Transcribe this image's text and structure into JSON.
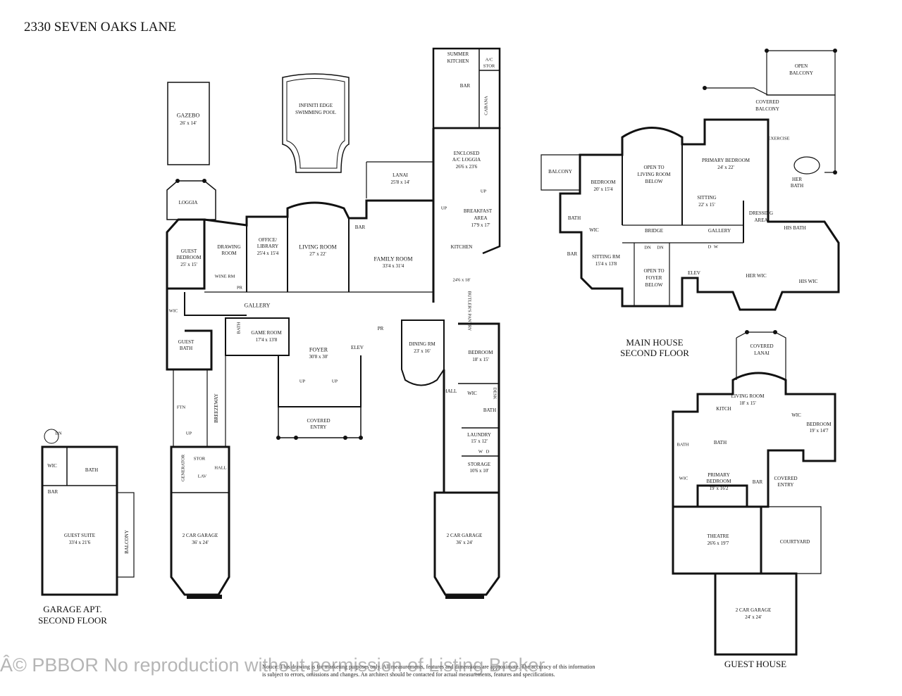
{
  "title": "2330 SEVEN OAKS LANE",
  "floor_labels": {
    "garage_apt": [
      "GARAGE APT.",
      "SECOND FLOOR"
    ],
    "main_second": [
      "MAIN HOUSE",
      "SECOND FLOOR"
    ],
    "guest_house": "GUEST HOUSE"
  },
  "rooms": {
    "gazebo": {
      "name": "GAZEBO",
      "dim": "26' x 14'"
    },
    "pool": {
      "name": [
        "INFINITI EDGE",
        "SWIMMING POOL"
      ]
    },
    "summer_kitchen": {
      "name": [
        "SUMMER",
        "KITCHEN"
      ]
    },
    "ac_stor": {
      "name": [
        "A/C",
        "STOR"
      ]
    },
    "bar_summer": "BAR",
    "cabana": "CABANA",
    "enclosed_loggia": {
      "name": [
        "ENCLOSED",
        "A/C LOGGIA"
      ],
      "dim": "26'6 x 23'6"
    },
    "lanai": {
      "name": "LANAI",
      "dim": "25'8 x 14'"
    },
    "breakfast": {
      "name": [
        "BREAKFAST",
        "AREA"
      ],
      "dim": "17'9 x 17'"
    },
    "loggia": "LOGGIA",
    "guest_bedroom": {
      "name": [
        "GUEST",
        "BEDROOM"
      ],
      "dim": "25' x 15'"
    },
    "drawing_room": {
      "name": [
        "DRAWING",
        "ROOM"
      ]
    },
    "office": {
      "name": [
        "OFFICE/",
        "LIBRARY"
      ],
      "dim": "25'4 x 15'4"
    },
    "living_room": {
      "name": "LIVING ROOM",
      "dim": "27' x 22'"
    },
    "bar_main": "BAR",
    "family_room": {
      "name": "FAMILY ROOM",
      "dim": "33'4 x 31'4"
    },
    "kitchen": {
      "name": "KITCHEN",
      "dim": "24'6 x 18'"
    },
    "wine_rm": "WINE RM",
    "pr1": "PR",
    "gallery": "GALLERY",
    "butlers_pantry": "BUTLER'S PANTRY",
    "wic_guest": "WIC",
    "guest_bath": {
      "name": [
        "GUEST",
        "BATH"
      ]
    },
    "bath_game": "BATH",
    "game_room": {
      "name": "GAME ROOM",
      "dim": "17'4 x 13'8"
    },
    "foyer": {
      "name": "FOYER",
      "dim": "30'8 x 30'"
    },
    "elev": "ELEV",
    "pr2": "PR",
    "dining": {
      "name": "DINING RM",
      "dim": "23' x 16'"
    },
    "bedroom_main": {
      "name": "BEDROOM",
      "dim": "18' x 15'"
    },
    "up1": "UP",
    "up2": "UP",
    "up3": "UP",
    "up4": "UP",
    "up5": "UP",
    "covered_entry": {
      "name": [
        "COVERED",
        "ENTRY"
      ]
    },
    "hall1": "HALL",
    "wic_main": "WIC",
    "desk": "DESK",
    "bath_main": "BATH",
    "laundry": {
      "name": "LAUNDRY",
      "dim": "15' x 12'"
    },
    "laundry_w": "W",
    "laundry_d": "D",
    "breezeway": "BREEZEWAY",
    "ftn": "FTN",
    "stor": "STOR",
    "hall2": "HALL",
    "lav": "LAV",
    "generator": "GENERATOR",
    "storage": {
      "name": "STORAGE",
      "dim": "10'6 x 10'"
    },
    "garage_left": {
      "name": "2 CAR GARAGE",
      "dim": "36' x 24'"
    },
    "garage_right": {
      "name": "2 CAR GARAGE",
      "dim": "36' x 24'"
    },
    "apt_dn": "DN",
    "apt_wic": "WIC",
    "apt_bath": "BATH",
    "apt_bar": "BAR",
    "guest_suite": {
      "name": "GUEST SUITE",
      "dim": "33'4 x 21'6"
    },
    "apt_balcony": "BALCONY",
    "open_balcony": {
      "name": [
        "OPEN",
        "BALCONY"
      ]
    },
    "covered_balcony": {
      "name": [
        "COVERED",
        "BALCONY"
      ]
    },
    "exercise": "EXERCISE",
    "primary_bedroom": {
      "name": "PRIMARY BEDROOM",
      "dim": "24' x 22'"
    },
    "her_bath": {
      "name": [
        "HER",
        "BATH"
      ]
    },
    "sitting": {
      "name": "SITTING",
      "dim": "22' x 15'"
    },
    "balcony_left": "BALCONY",
    "bedroom_2f": {
      "name": "BEDROOM",
      "dim": "20' x 15'4"
    },
    "open_living": {
      "name": [
        "OPEN TO",
        "LIVING ROOM",
        "BELOW"
      ]
    },
    "dressing": {
      "name": [
        "DRESSING",
        "AREA"
      ]
    },
    "bath_2f": "BATH",
    "wic_2f": "WIC",
    "bridge": "BRIDGE",
    "gallery_2f": "GALLERY",
    "his_bath": "HIS BATH",
    "bar_2f": "BAR",
    "sitting_rm": {
      "name": "SITTING RM",
      "dim": "15'4 x 13'8"
    },
    "dn1": "DN",
    "dn2": "DN",
    "open_foyer": {
      "name": [
        "OPEN TO",
        "FOYER",
        "BELOW"
      ]
    },
    "dw_d": "D",
    "dw_w": "W",
    "elev_2f": "ELEV",
    "her_wic": "HER WIC",
    "his_wic": "HIS WIC",
    "gh_lanai": {
      "name": [
        "COVERED",
        "LANAI"
      ]
    },
    "gh_living": {
      "name": "LIVING ROOM",
      "dim": "18' x 15'"
    },
    "gh_kitch": "KITCH",
    "gh_wic1": "WIC",
    "gh_bedroom": {
      "name": "BEDROOM",
      "dim": "19' x 14'7"
    },
    "gh_bath1": "BATH",
    "gh_bath2": "BATH",
    "gh_primary": {
      "name": [
        "PRIMARY",
        "BEDROOM"
      ],
      "dim": "19' x 16'2"
    },
    "gh_wic2": "WIC",
    "gh_bar": "BAR",
    "gh_covered_entry": {
      "name": [
        "COVERED",
        "ENTRY"
      ]
    },
    "gh_theatre": {
      "name": "THEATRE",
      "dim": "26'6 x 19'7"
    },
    "gh_courtyard": "COURTYARD",
    "gh_garage": {
      "name": "2 CAR GARAGE",
      "dim": "24' x 24'"
    }
  },
  "watermark": "Â© PBBOR No reproduction without permission of Listing Broker",
  "notice": [
    "Notice: This drawing is for marketing purposes only. All measurements, features and dimensions are approximate. The accuracy of this information",
    "is subject to errors, omissions and changes. An architect should be contacted for actual measurements, features and specifications."
  ]
}
